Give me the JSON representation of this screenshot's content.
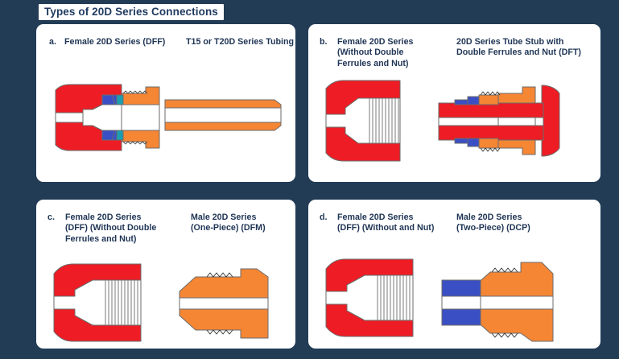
{
  "page": {
    "background_color": "#223c56",
    "title": "Types of 20D Series Connections"
  },
  "colors": {
    "navy_background": "#223c56",
    "card_white": "#ffffff",
    "text_navy": "#1f3555",
    "body_red": "#ee1c24",
    "nut_orange": "#f58634",
    "ferrule_blue": "#3b4fc4",
    "accent_teal": "#1a9fb0",
    "outline_gray": "#6b6b6b"
  },
  "panels": [
    {
      "id": "a",
      "letter": "a.",
      "labels": [
        {
          "text": "Female 20D Series (DFF)"
        },
        {
          "text": "T15 or T20D Series Tubing"
        }
      ],
      "figures": [
        {
          "name": "female-20d-series-dff-assembly",
          "parts": [
            "red body",
            "white bore",
            "blue double ferrules",
            "orange nut"
          ]
        },
        {
          "name": "t15-or-t20d-series-tubing",
          "parts": [
            "orange tube wall",
            "white bore"
          ]
        }
      ]
    },
    {
      "id": "b",
      "letter": "b.",
      "labels": [
        {
          "text": "Female 20D Series\n(Without Double\nFerrules and Nut)",
          "lines": [
            "Female 20D Series",
            "(Without Double",
            "Ferrules and Nut)"
          ]
        },
        {
          "text": "20D Series Tube Stub with\nDouble Ferrules and Nut (DFT)",
          "lines": [
            "20D Series Tube Stub with",
            "Double Ferrules and Nut (DFT)"
          ]
        }
      ],
      "figures": [
        {
          "name": "female-body-without-ferrules",
          "parts": [
            "red body",
            "white bore",
            "internal threads"
          ]
        },
        {
          "name": "tube-stub-with-double-ferrules-and-nut-dft",
          "parts": [
            "red tube stub",
            "blue double ferrules",
            "orange nut",
            "white bore"
          ]
        }
      ]
    },
    {
      "id": "c",
      "letter": "c.",
      "labels": [
        {
          "text": "Female 20D Series\n(DFF) (Without Double\nFerrules and Nut)",
          "lines": [
            "Female 20D Series",
            "(DFF) (Without Double",
            "Ferrules and Nut)"
          ]
        },
        {
          "text": "Male 20D Series\n(One-Piece) (DFM)",
          "lines": [
            "Male 20D Series",
            "(One-Piece) (DFM)"
          ]
        }
      ],
      "figures": [
        {
          "name": "female-20d-series-dff-without-ferrules",
          "parts": [
            "red body",
            "white bore",
            "internal threads"
          ]
        },
        {
          "name": "male-20d-series-one-piece-dfm",
          "parts": [
            "orange body",
            "white bore",
            "external threads"
          ]
        }
      ]
    },
    {
      "id": "d",
      "letter": "d.",
      "labels": [
        {
          "text": "Female 20D Series\n(DFF) (Without and Nut)",
          "lines": [
            "Female 20D Series",
            "(DFF) (Without and Nut)"
          ]
        },
        {
          "text": "Male 20D Series\n(Two-Piece) (DCP)",
          "lines": [
            "Male 20D Series",
            "(Two-Piece) (DCP)"
          ]
        }
      ],
      "figures": [
        {
          "name": "female-20d-series-dff-without-and-nut",
          "parts": [
            "red body",
            "white bore",
            "internal threads"
          ]
        },
        {
          "name": "male-20d-series-two-piece-dcp",
          "parts": [
            "blue sleeve",
            "orange body",
            "white bore",
            "external threads"
          ]
        }
      ]
    }
  ]
}
